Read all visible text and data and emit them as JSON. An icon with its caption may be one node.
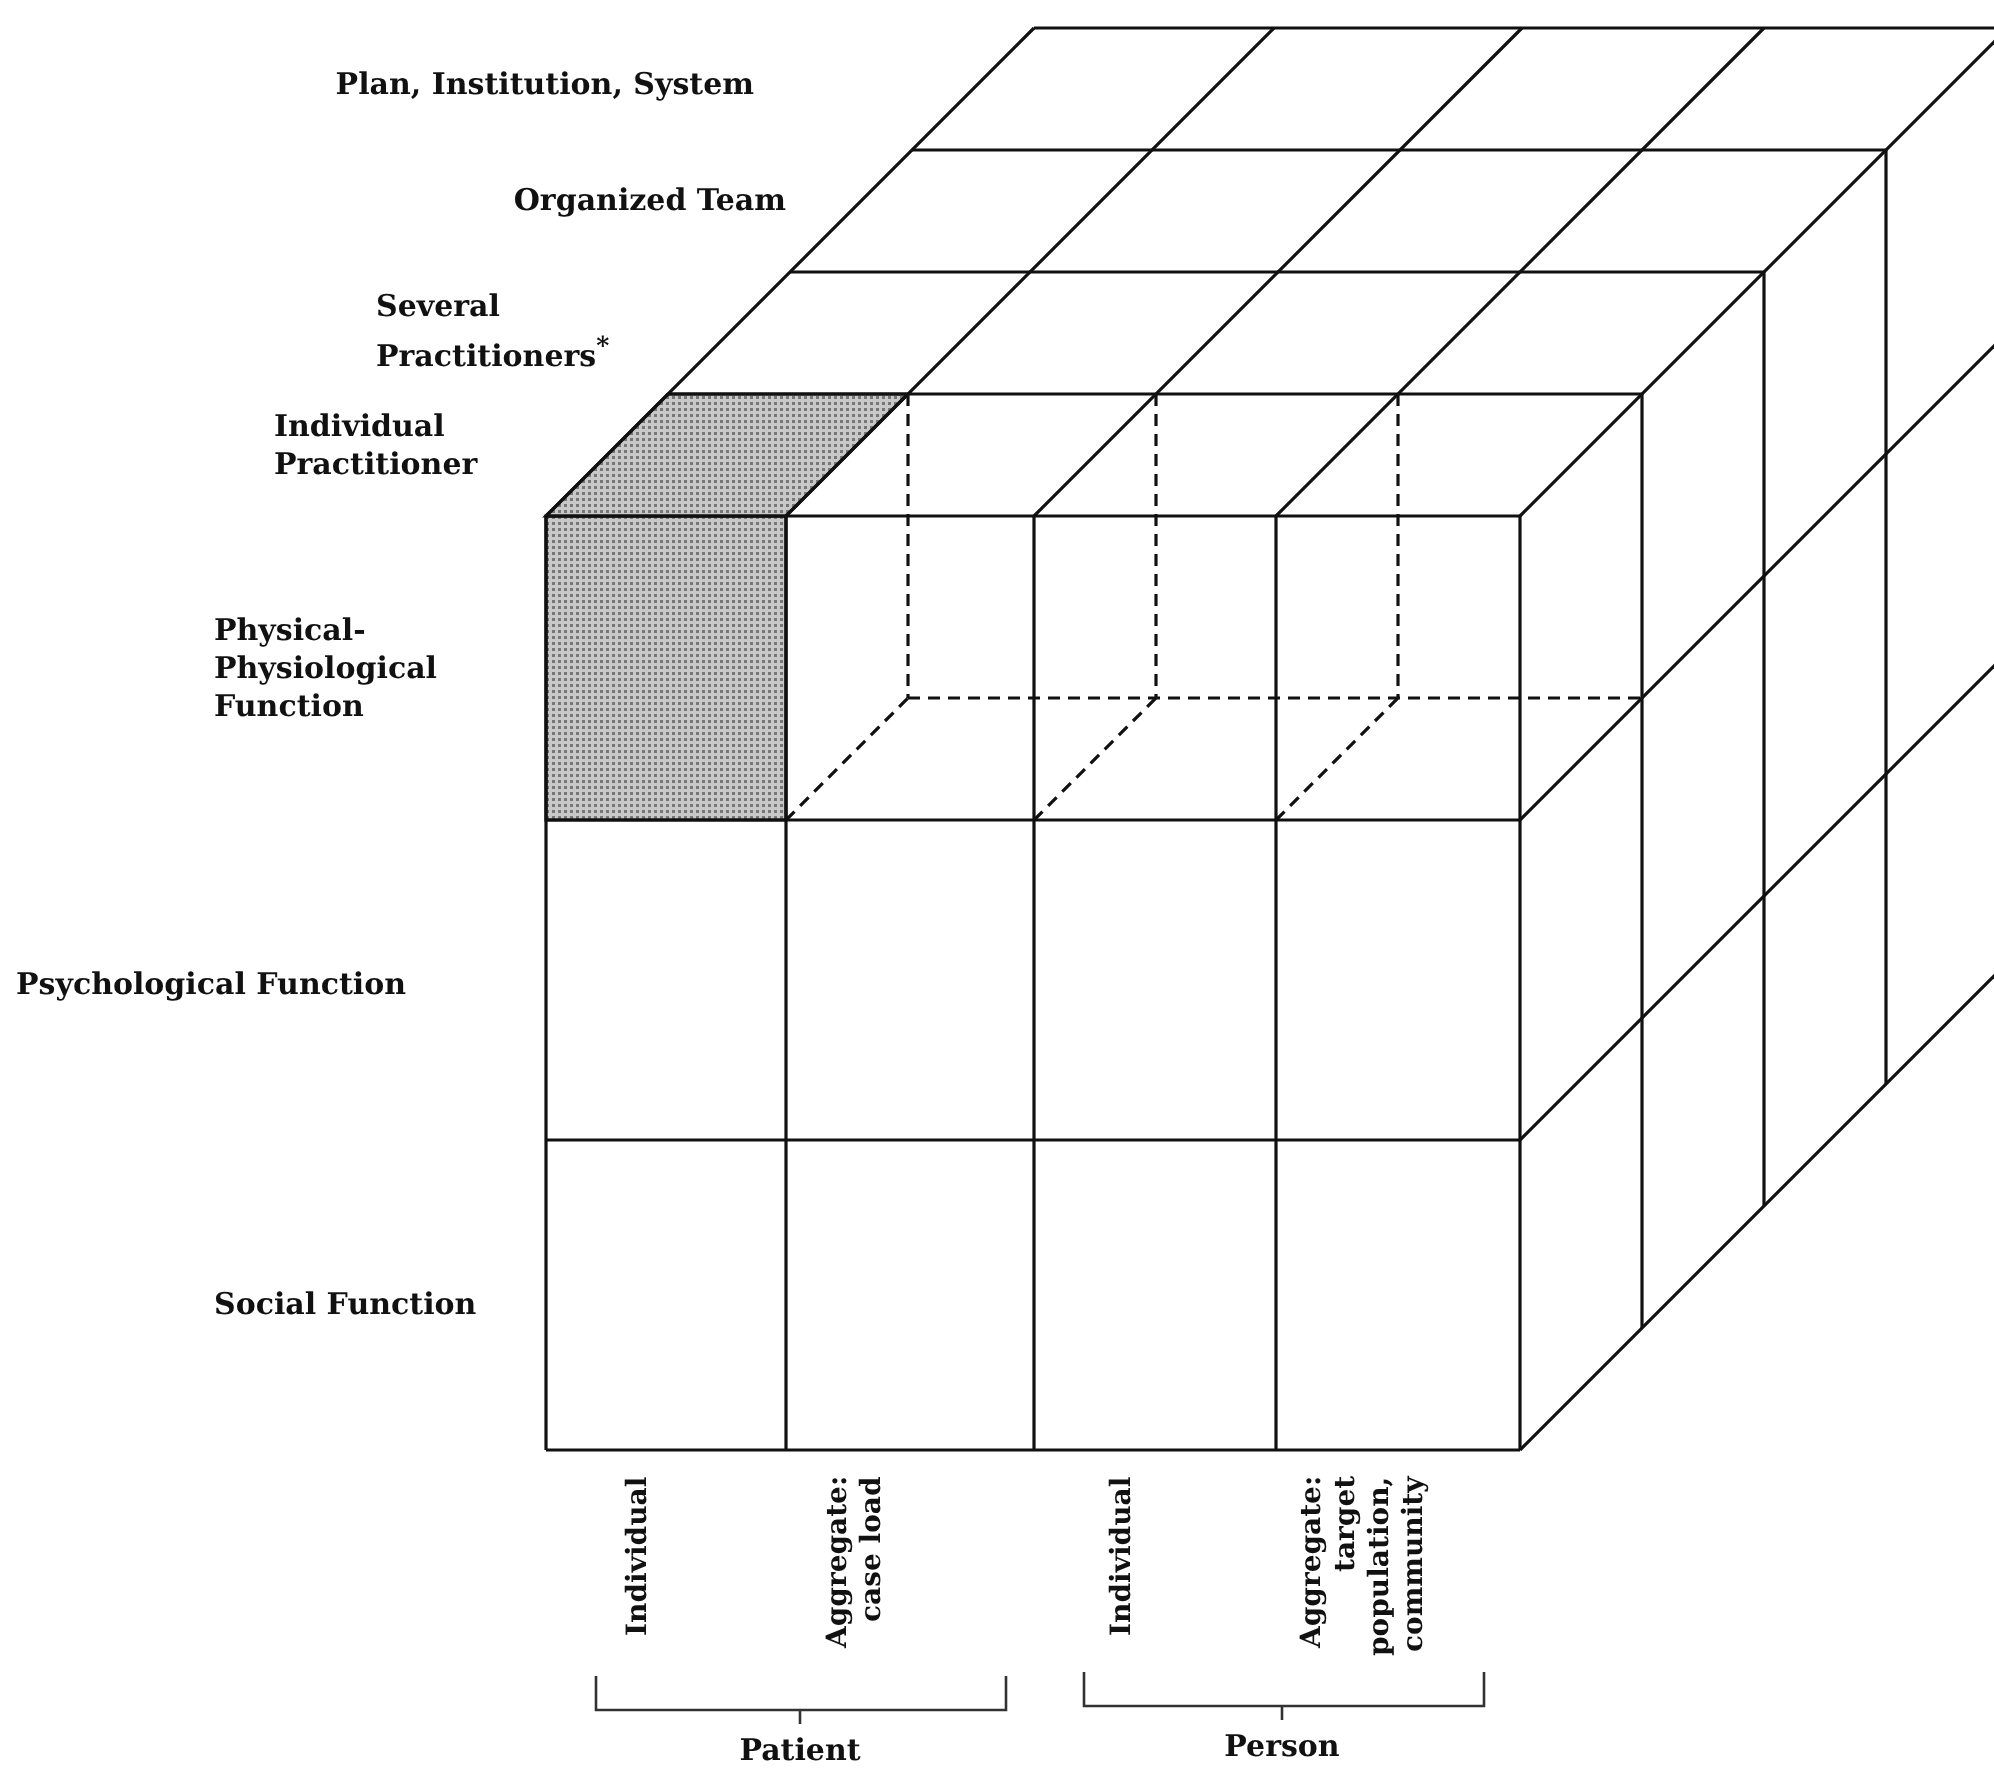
{
  "diagram": {
    "labels": [
      "Plan, Institution, System",
      "Organized Team",
      "Several Practitioners$^{*}$",
      "Individual Practitioner",
      "Physical-Physiological Function",
      "Psychological Function",
      "Social Function",
      "Individual",
      "Aggregate: case load",
      "Individual",
      "Aggregate: target population, community",
      "Patient",
      "Person"
    ]
  }
}
